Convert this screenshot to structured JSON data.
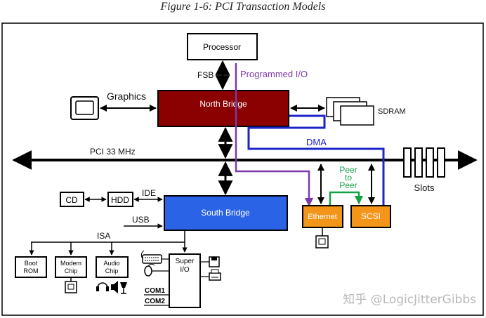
{
  "title": "Figure 1-6: PCI Transaction Models",
  "nodes": {
    "processor": "Processor",
    "north_bridge": "North Bridge",
    "south_bridge": "South Bridge",
    "sdram": "SDRAM",
    "graphics": "Graphics",
    "cd": "CD",
    "hdd": "HDD",
    "ethernet": "Ethernet",
    "scsi": "SCSI",
    "slots": "Slots",
    "boot_rom": [
      "Boot",
      "ROM"
    ],
    "modem_chip": [
      "Modem",
      "Chip"
    ],
    "audio_chip": [
      "Audio",
      "Chip"
    ],
    "super_io": [
      "Super",
      "I/O"
    ],
    "com1": "COM1",
    "com2": "COM2"
  },
  "labels": {
    "fsb": "FSB",
    "programmed_io": "Programmed I/O",
    "pci_bus": "PCI 33 MHz",
    "dma": "DMA",
    "peer_to_peer": [
      "Peer",
      "to",
      "Peer"
    ],
    "ide": "IDE",
    "usb": "USB",
    "isa": "ISA"
  },
  "watermark": "知乎 @LogicJitterGibbs",
  "colors": {
    "north_bridge": "#8b0000",
    "south_bridge": "#2b63e6",
    "device": "#f39519",
    "programmed_io": "#7b3aa8",
    "dma": "#1c24c8",
    "peer_to_peer": "#15a045"
  }
}
